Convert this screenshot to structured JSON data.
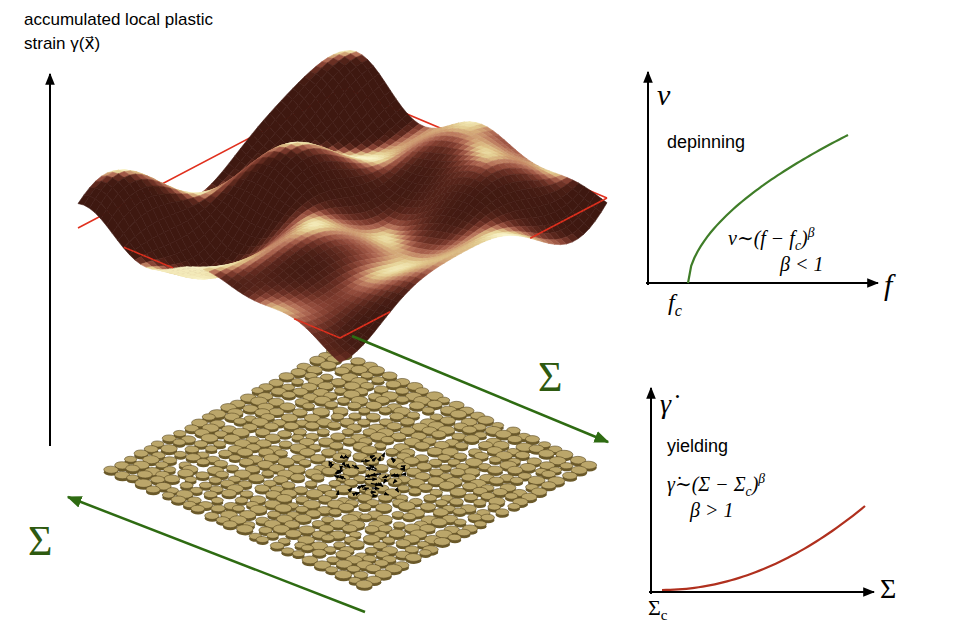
{
  "diagram": {
    "labels": [
      "accumulated local plastic strain γ(x⃗)",
      "Σ",
      "Σ",
      "v",
      "depinning",
      "v∼(f − f",
      "c",
      ")",
      "β",
      "β < 1",
      "f",
      "c",
      "f",
      "γ̇",
      "yielding",
      "γ̇∼(Σ − Σ",
      "c",
      ")",
      "β",
      "β > 1",
      "Σ",
      "c",
      "Σ"
    ]
  }
}
